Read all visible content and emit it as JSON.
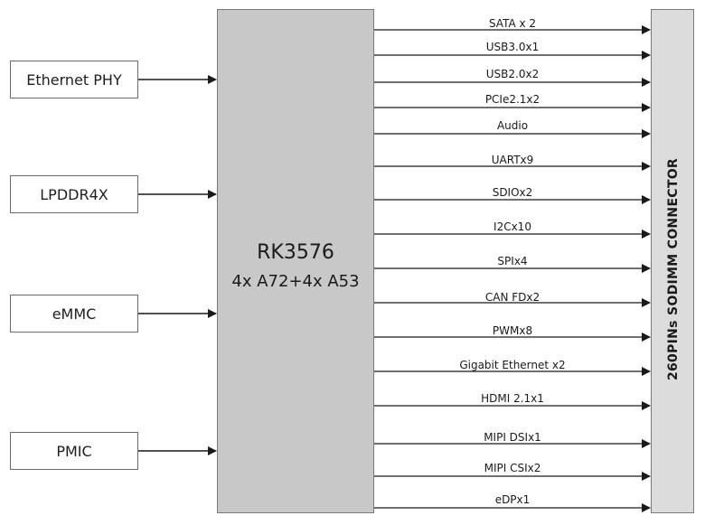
{
  "diagram": {
    "soc": {
      "name": "RK3576",
      "cores": "4x A72+4x A53"
    },
    "connector": {
      "label": "260PINs SODIMM CONNECTOR"
    },
    "peripherals": [
      {
        "id": "ethernet-phy",
        "label": "Ethernet PHY"
      },
      {
        "id": "lpddr4x",
        "label": "LPDDR4X"
      },
      {
        "id": "emmc",
        "label": "eMMC"
      },
      {
        "id": "pmic",
        "label": "PMIC"
      }
    ],
    "interfaces": [
      {
        "id": "sata",
        "label": "SATA x 2"
      },
      {
        "id": "usb30",
        "label": "USB3.0x1"
      },
      {
        "id": "usb20",
        "label": "USB2.0x2"
      },
      {
        "id": "pcie",
        "label": "PCIe2.1x2"
      },
      {
        "id": "audio",
        "label": "Audio"
      },
      {
        "id": "uart",
        "label": "UARTx9"
      },
      {
        "id": "sdio",
        "label": "SDIOx2"
      },
      {
        "id": "i2c",
        "label": "I2Cx10"
      },
      {
        "id": "spi",
        "label": "SPIx4"
      },
      {
        "id": "can",
        "label": "CAN FDx2"
      },
      {
        "id": "pwm",
        "label": "PWMx8"
      },
      {
        "id": "gbe",
        "label": "Gigabit Ethernet x2"
      },
      {
        "id": "hdmi",
        "label": "HDMI 2.1x1"
      },
      {
        "id": "mipi-dsi",
        "label": "MIPI DSIx1"
      },
      {
        "id": "mipi-csi",
        "label": "MIPI CSIx2"
      },
      {
        "id": "edp",
        "label": "eDPx1"
      }
    ],
    "colors": {
      "soc_fill": "#c8c8c8",
      "connector_fill": "#dcdcdc",
      "line": "#1a1a1a",
      "box_border": "#6b6b6b"
    }
  }
}
